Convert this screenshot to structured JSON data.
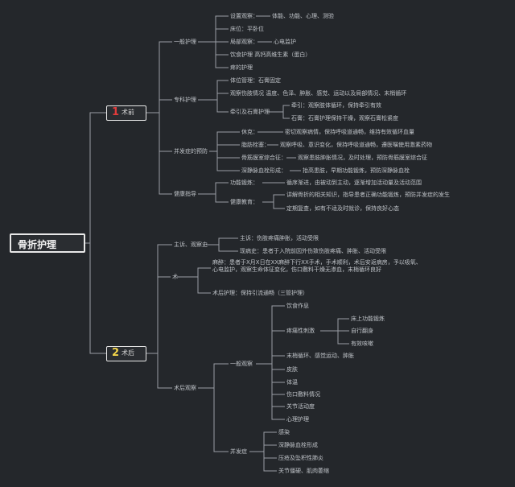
{
  "root": "骨折护理",
  "branch1": {
    "num": "1",
    "label": "术前",
    "groups": [
      {
        "label": "一般护理",
        "items": [
          "设置观察：",
          "床位：平卧位",
          "局部观察：",
          "饮食护理 高钙高维生素（蛋白）",
          "疼的护理"
        ],
        "details": [
          "体能、功能、心理、测验",
          "心电监护"
        ]
      },
      {
        "label": "专科护理",
        "items": [
          "体位管理：石膏固定",
          "观察伤肢情况 温度、色泽、肿胀、感觉、运动以及局部情况、末梢循环",
          "牵引及石膏护理"
        ],
        "details": [
          "牵引：观察肢体循环，保持牵引有效",
          "石膏：石膏护理保持干燥，观察石膏松紧度"
        ]
      },
      {
        "label": "并发症的预防",
        "items": [
          "休克：",
          "脂肪栓塞：",
          "骨筋膜室综合征：",
          "深静脉血栓形成："
        ],
        "details": [
          "密切观察病情，保持呼吸道通畅，维持有效循环血量",
          "观察呼吸、意识变化，保持呼吸道通畅，遵医嘱使用激素药物",
          "观察患肢肿胀情况，及时处理，预防骨筋膜室综合征",
          "抬高患肢，早期功能锻炼，预防深静脉血栓"
        ]
      },
      {
        "label": "健康指导",
        "items": [
          "功能锻炼：",
          "健康教育："
        ],
        "details": [
          "循序渐进，由被动到主动，逐渐增加活动量及活动范围",
          "讲解骨折的相关知识，指导患者正确功能锻炼，预防并发症的发生",
          "定期复查，如有不适及时就诊，保持良好心态"
        ]
      }
    ]
  },
  "branch2": {
    "num": "2",
    "label": "术后",
    "groups": [
      {
        "label": "主诉、观察史",
        "items": [
          "主诉：伤肢疼痛肿胀，活动受限",
          "现病史：患者于入院前因外伤致伤肢疼痛、肿胀、活动受限"
        ]
      },
      {
        "label": "术",
        "para": "麻醉：患者于X月X日在XX麻醉下行XX手术，手术顺利，术后安返病房，予以吸氧、心电监护，观察生命体征变化，伤口敷料干燥无渗血，末梢循环良好",
        "items": [
          "术后护理：保持引流通畅（三管护理）"
        ]
      },
      {
        "label": "术后观察",
        "sub": [
          {
            "label": "一般观察",
            "items": [
              "饮食作息",
              "疼痛性刺激",
              "末梢循环、感觉运动、肿胀",
              "皮肤",
              "体温",
              "伤口敷料情况",
              "关节活动度",
              "心理护理"
            ],
            "pain": [
              "床上功能锻炼",
              "自行翻身",
              "有效咳嗽"
            ]
          },
          {
            "label": "并发症",
            "items": [
              "感染",
              "深静脉血栓形成",
              "压疮及坠积性肺炎",
              "关节僵硬、肌肉萎缩"
            ]
          }
        ]
      }
    ]
  }
}
